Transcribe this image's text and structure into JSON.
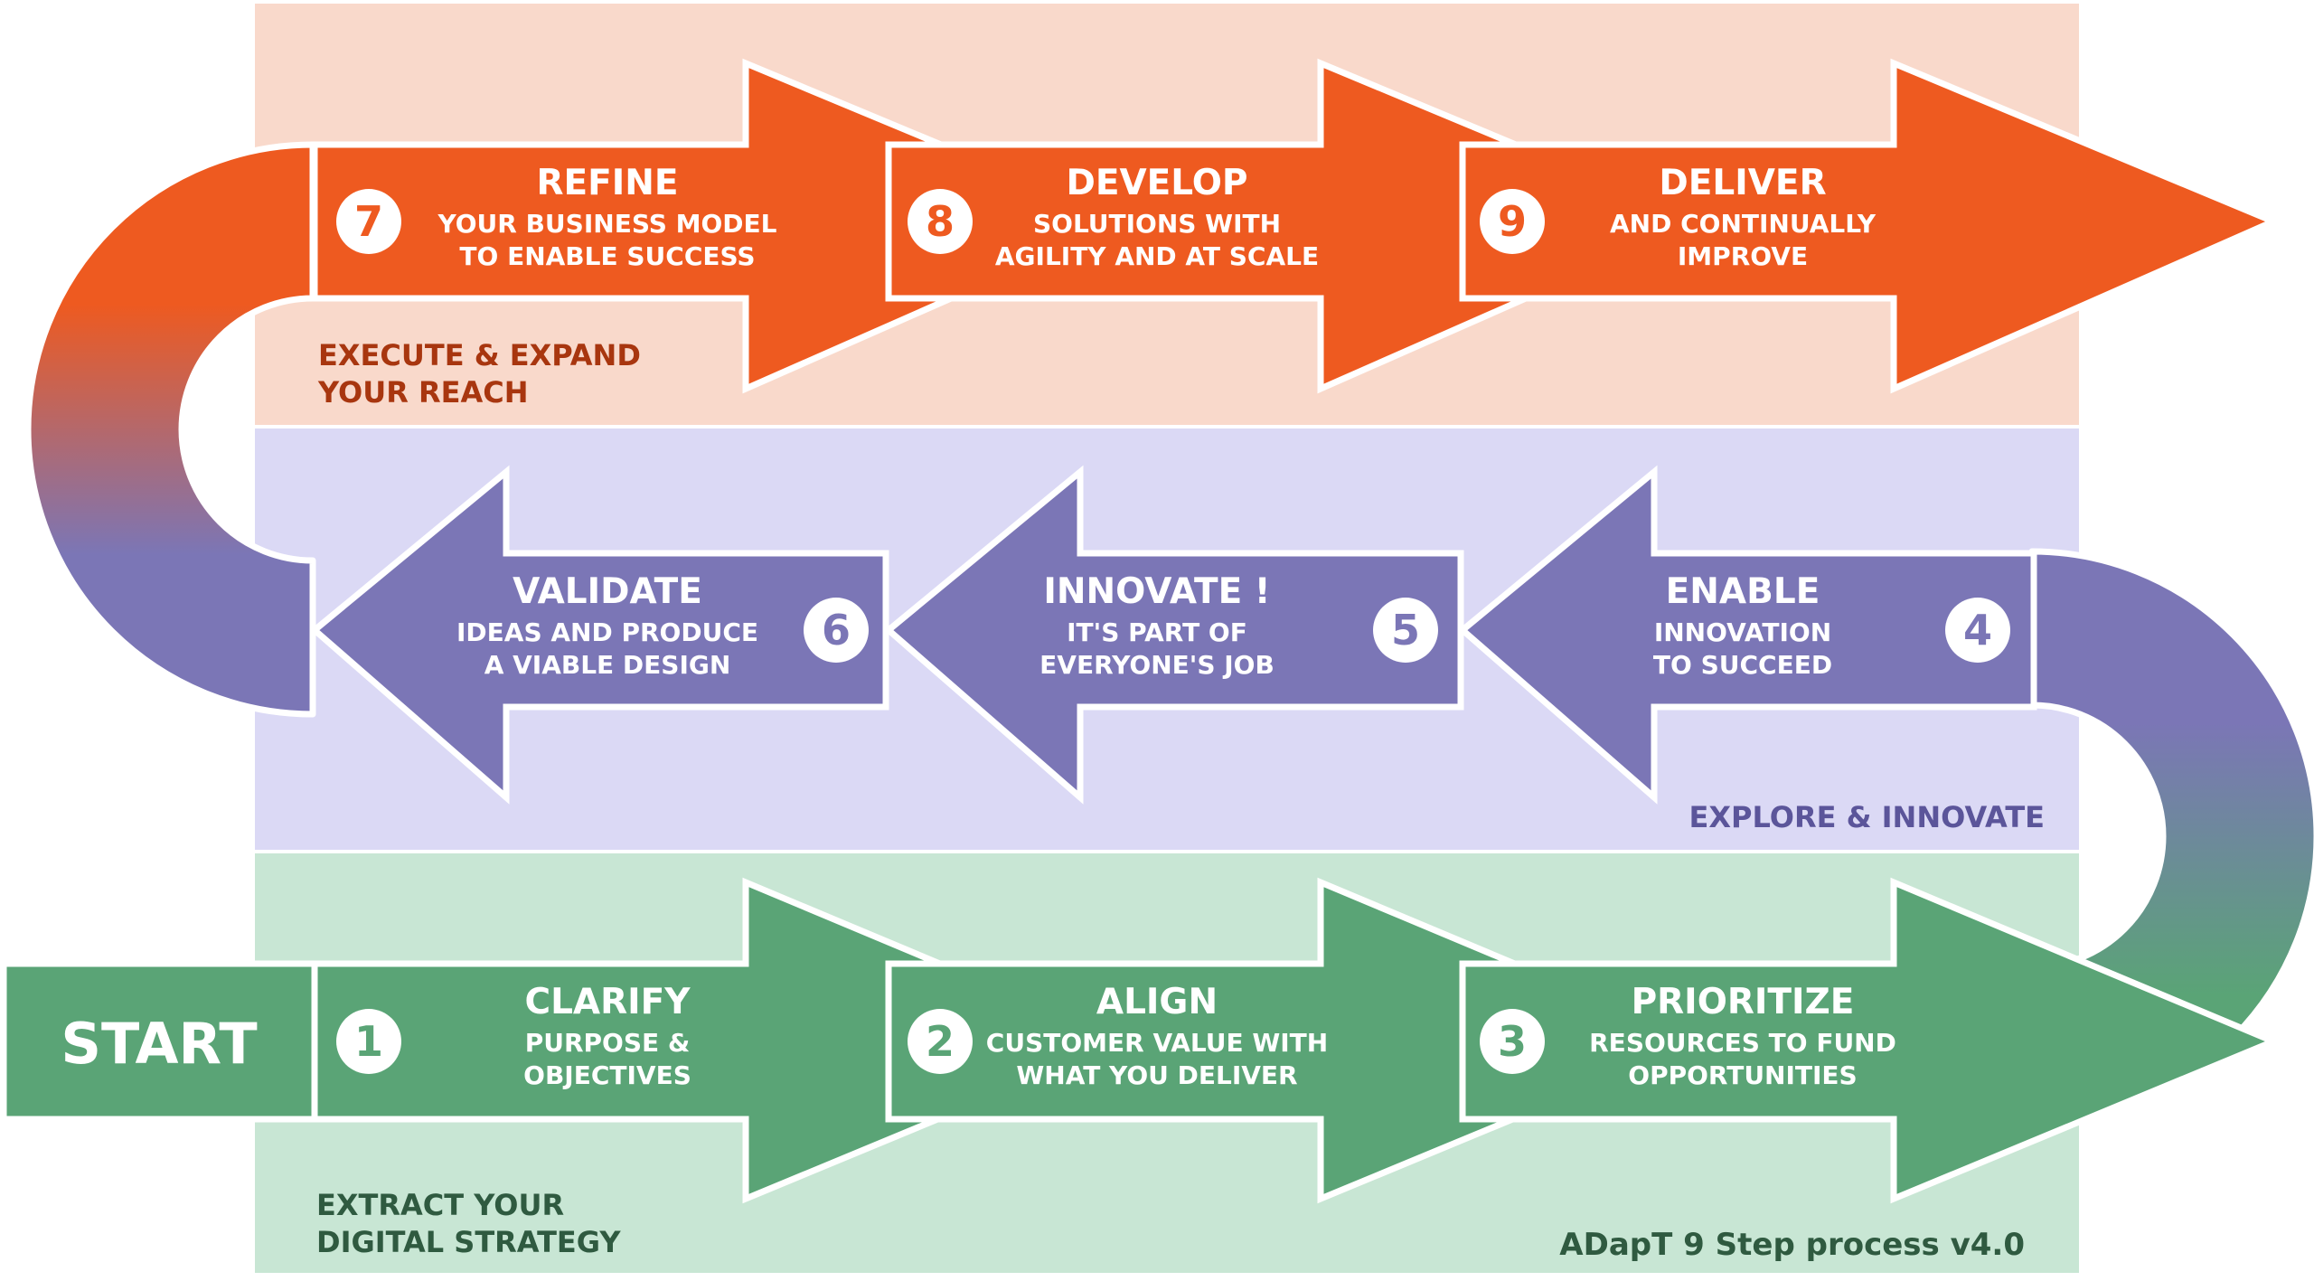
{
  "colors": {
    "orange": "#ee5a20",
    "purple": "#7b76b6",
    "green": "#5aa476",
    "band_orange": "#f9d9cb",
    "band_purple": "#dbd9f5",
    "band_green": "#c8e6d4",
    "label_orange": "#a8360f",
    "label_purple": "#5b559a",
    "label_green": "#2f5a40"
  },
  "start_label": "START",
  "bands": [
    {
      "name": "execute",
      "label_lines": [
        "EXECUTE & EXPAND",
        "YOUR REACH"
      ]
    },
    {
      "name": "explore",
      "label_lines": [
        "EXPLORE & INNOVATE"
      ]
    },
    {
      "name": "extract",
      "label_lines": [
        "EXTRACT YOUR",
        "DIGITAL STRATEGY"
      ]
    }
  ],
  "steps": [
    {
      "number": "1",
      "title": "CLARIFY",
      "lines": [
        "PURPOSE &",
        "OBJECTIVES"
      ]
    },
    {
      "number": "2",
      "title": "ALIGN",
      "lines": [
        "CUSTOMER VALUE WITH",
        "WHAT YOU DELIVER"
      ]
    },
    {
      "number": "3",
      "title": "PRIORITIZE",
      "lines": [
        "RESOURCES TO FUND",
        "OPPORTUNITIES"
      ]
    },
    {
      "number": "4",
      "title": "ENABLE",
      "lines": [
        "INNOVATION",
        "TO SUCCEED"
      ]
    },
    {
      "number": "5",
      "title": "INNOVATE !",
      "lines": [
        "IT'S PART OF",
        "EVERYONE'S JOB"
      ]
    },
    {
      "number": "6",
      "title": "VALIDATE",
      "lines": [
        "IDEAS AND PRODUCE",
        "A VIABLE DESIGN"
      ]
    },
    {
      "number": "7",
      "title": "REFINE",
      "lines": [
        "YOUR BUSINESS MODEL",
        "TO ENABLE SUCCESS"
      ]
    },
    {
      "number": "8",
      "title": "DEVELOP",
      "lines": [
        "SOLUTIONS WITH",
        "AGILITY AND AT SCALE"
      ]
    },
    {
      "number": "9",
      "title": "DELIVER",
      "lines": [
        "AND CONTINUALLY",
        "IMPROVE"
      ]
    }
  ],
  "footer": "ADapT 9 Step process v4.0"
}
